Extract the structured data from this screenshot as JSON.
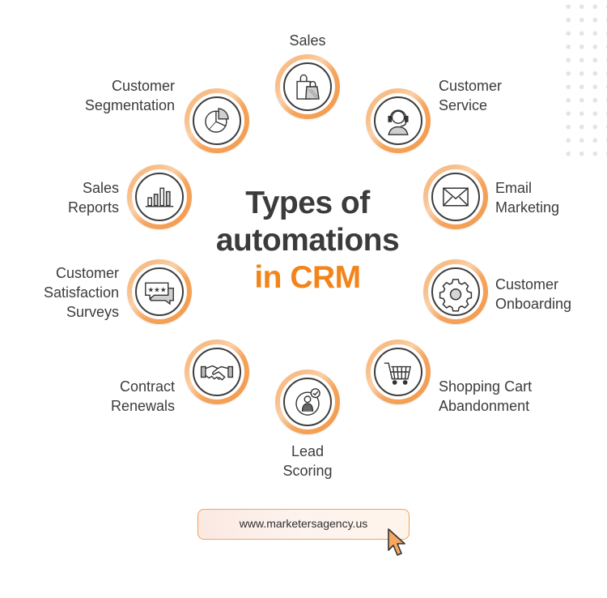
{
  "title": {
    "line1": "Types of",
    "line2": "automations",
    "line3": "in CRM"
  },
  "colors": {
    "accent": "#f28419",
    "ring": "#f5a55e",
    "text": "#3b3b3b"
  },
  "nodes": [
    {
      "label": [
        "Sales"
      ],
      "icon": "shopping-bags-icon"
    },
    {
      "label": [
        "Customer",
        "Service"
      ],
      "icon": "headset-agent-icon"
    },
    {
      "label": [
        "Email",
        "Marketing"
      ],
      "icon": "envelope-icon"
    },
    {
      "label": [
        "Customer",
        "Onboarding"
      ],
      "icon": "gear-icon"
    },
    {
      "label": [
        "Shopping Cart",
        "Abandonment"
      ],
      "icon": "shopping-cart-icon"
    },
    {
      "label": [
        "Lead",
        "Scoring"
      ],
      "icon": "person-check-icon"
    },
    {
      "label": [
        "Contract",
        "Renewals"
      ],
      "icon": "handshake-icon"
    },
    {
      "label": [
        "Customer",
        "Satisfaction",
        "Surveys"
      ],
      "icon": "rating-speech-bubble-icon"
    },
    {
      "label": [
        "Sales",
        "Reports"
      ],
      "icon": "bar-chart-icon"
    },
    {
      "label": [
        "Customer",
        "Segmentation"
      ],
      "icon": "pie-chart-icon"
    }
  ],
  "footer": {
    "url": "www.marketersagency.us"
  }
}
